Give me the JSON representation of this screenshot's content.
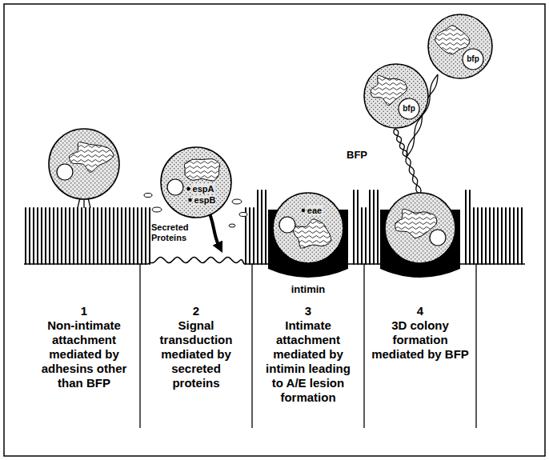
{
  "diagram": {
    "nodes": [
      {
        "text": [
          "bfp"
        ]
      },
      {
        "text": [
          "bfp"
        ]
      },
      {
        "text": [
          "espA",
          "espB"
        ]
      },
      {
        "text": [
          "eae"
        ]
      },
      {
        "text": [
          "1",
          "Non-intimate attachment mediated by adhesins other than BFP"
        ]
      },
      {
        "text": [
          "2",
          "Signal transduction mediated by secreted proteins"
        ]
      },
      {
        "text": [
          "3",
          "Intimate attachment mediated by intimin leading to A/E lesion formation"
        ]
      },
      {
        "text": [
          "4",
          "3D colony formation mediated by BFP"
        ]
      }
    ],
    "labels": [
      "BFP",
      "Secreted Proteins",
      "intimin"
    ]
  }
}
